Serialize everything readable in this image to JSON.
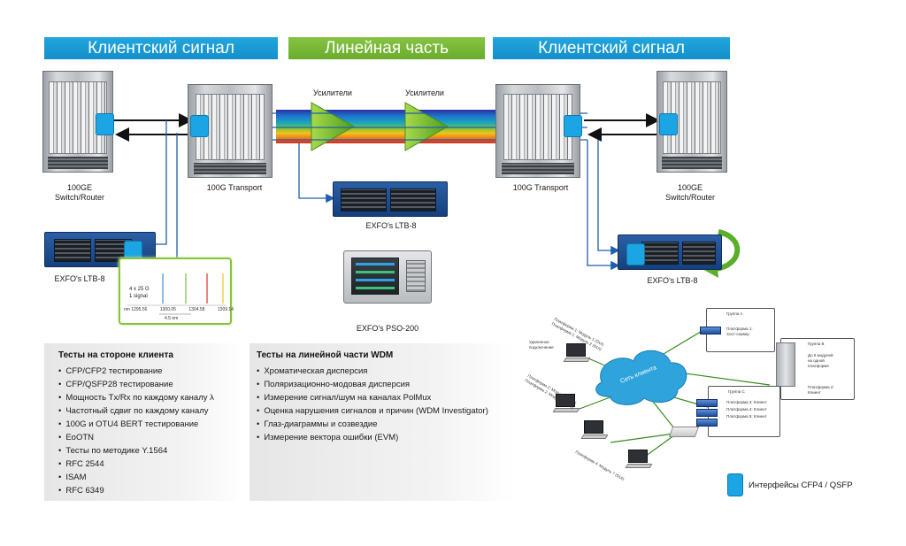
{
  "banners": {
    "left": "Клиентский сигнал",
    "center": "Линейная часть",
    "right": "Клиентский сигнал"
  },
  "amplifiers": {
    "label1": "Усилители",
    "label2": "Усилители"
  },
  "devices": {
    "router_left": "100GE\nSwitch/Router",
    "transport_left": "100G Transport",
    "transport_right": "100G Transport",
    "router_right": "100GE\nSwitch/Router",
    "ltb_left": "EXFO's LTB-8",
    "ltb_center": "EXFO's LTB-8",
    "ltb_right": "EXFO's LTB-8",
    "pso": "EXFO's PSO-200"
  },
  "spectrum": {
    "title_line1": "4 x 25 G",
    "title_line2": "1 signal",
    "ticks": [
      "nm 1295.56",
      "1300.05",
      "1304.58",
      "1309.14"
    ],
    "span": "4.5 nm"
  },
  "client_tests": {
    "heading": "Тесты на стороне клиента",
    "items": [
      "CFP/CFP2 тестирование",
      "CFP/QSFP28 тестирование",
      "Мощность Tx/Rx по каждому каналу λ",
      "Частотный сдвиг по каждому каналу",
      "100G и OTU4 BERT тестирование",
      "EoOTN",
      "Тесты по методике Y.1564",
      "RFC 2544",
      "ISAM",
      "RFC 6349"
    ]
  },
  "wdm_tests": {
    "heading": "Тесты на линейной части WDM",
    "items": [
      "Хроматическая дисперсия",
      "Поляризационно-модовая дисперсия",
      "Измерение сигнал/шум на каналах PolMux",
      "Оценка нарушения сигналов и причин (WDM Investigator)",
      "Глаз-диаграммы и созвездие",
      "Измерение вектора ошибки (EVM)"
    ]
  },
  "network": {
    "cloud": "Сеть клиента",
    "group_a": "Группа А",
    "group_a_platform": "Платформа 1:\nХост-сервер",
    "group_b": "Группа B",
    "group_b_note": "До 8 модулей\nна одной\nплатформе",
    "group_b_platform": "Платформа 2:\nКлиент",
    "group_c": "Группа С",
    "group_c_items": [
      "Платформа 3: Клиент",
      "Платформа 4: Клиент",
      "Платформа 5: Клиент"
    ],
    "laptop_top": "Платформа 1: Модуль 1 (GUI)\nПлатформа 1: Модуль 2 (GUI)",
    "laptop_remote": "Удаленное\nподключение",
    "laptop_mid": "Платформа 2: Модуль 3 (GUI)\nПлатформа 2: Модуль 4 (GUI)",
    "laptop_bottom": "Платформа 4: Модуль 7 (GUI)"
  },
  "legend": {
    "label": "Интерфейсы CFP4 / QSFP",
    "color": "#1ba5e4"
  },
  "colors": {
    "banner_blue": "#1a9bd7",
    "banner_green": "#76b83a",
    "link_blue": "#1f5fae",
    "interface": "#1ba5e4"
  }
}
